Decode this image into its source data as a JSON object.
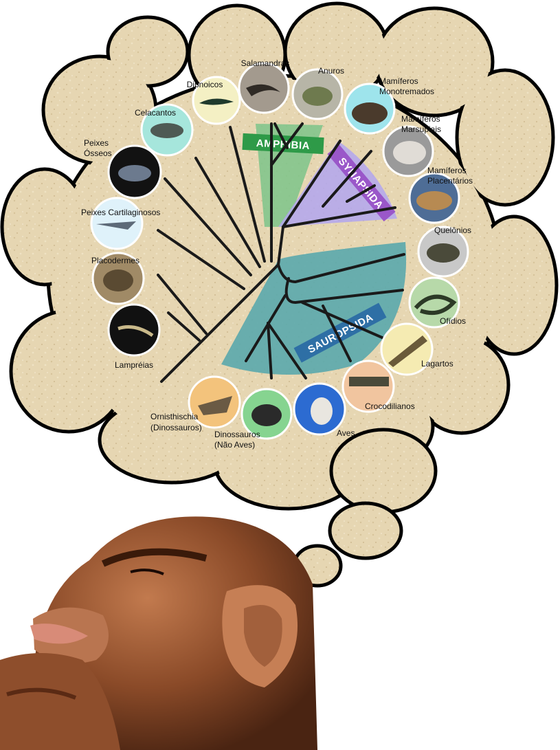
{
  "clades": {
    "amphibia": "AMPHIBIA",
    "synapsida": "SYNAPSIDA",
    "sauropsida": "SAUROPSIDA"
  },
  "taxa": {
    "dipnoicos": "Dipnoicos",
    "salamandras": "Salamandras",
    "anuros": "Anuros",
    "monotremados": [
      "Mamíferos",
      "Monotremados"
    ],
    "marsupiais": [
      "Mamíferos",
      "Marsupiais"
    ],
    "placentarios": [
      "Mamíferos",
      "Placentários"
    ],
    "quelonios": "Quelônios",
    "ofidios": "Ofídios",
    "lagartos": "Lagartos",
    "crocodilianos": "Crocodilianos",
    "aves": "Aves",
    "dinossauros": [
      "Dinossauros",
      "(Não Aves)"
    ],
    "ornisthischia": [
      "Ornisthischia",
      "(Dinossauros)"
    ],
    "lampreias": "Lampréias",
    "placodermes": "Placodermes",
    "cartilaginosos": "Peixes Cartilaginosos",
    "osseos": [
      "Peixes",
      "Ósseos"
    ],
    "celacantos": "Celacantos"
  },
  "colors": {
    "bubble_fill": "#e7d7b4",
    "amphibia": "#6fbf7d",
    "synapsida": "#a99be8",
    "sauropsida": "#4a9ea6",
    "clade_label_amphibia": "#2e9a48",
    "clade_label_synapsida": "#9a57c9",
    "clade_label_sauropsida": "#2e6fa5",
    "branch": "#1a1a1a"
  }
}
